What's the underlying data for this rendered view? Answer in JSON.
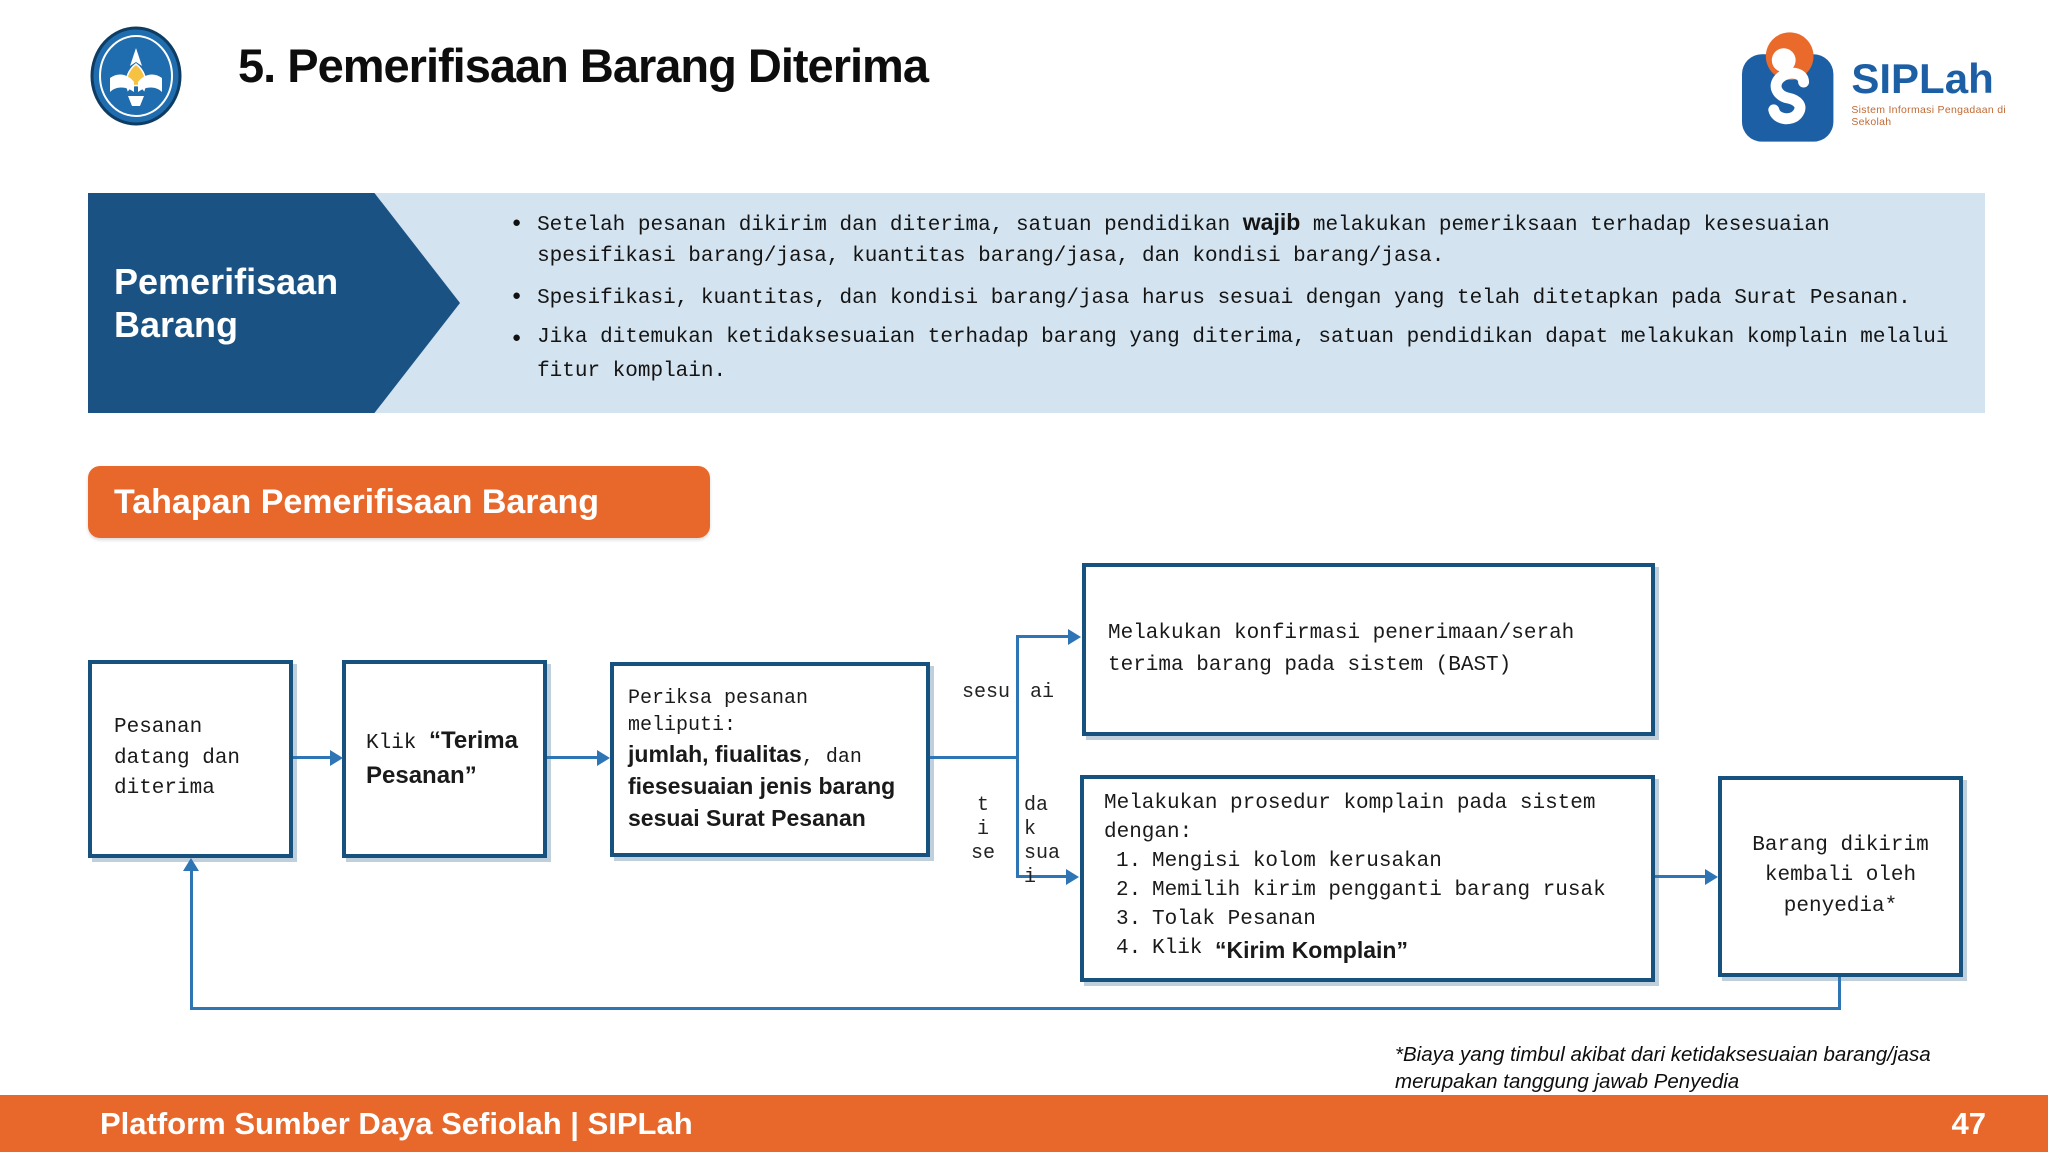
{
  "slide": {
    "title": "5. Pemerifisaan Barang Diterima",
    "page_number": "47"
  },
  "logos": {
    "siplah_name": "SIPLah",
    "siplah_tagline": "Sistem Informasi Pengadaan di Sekolah"
  },
  "info_panel": {
    "label": "Pemerifisaan Barang",
    "bullets": [
      {
        "pre": "Setelah pesanan dikirim dan diterima, satuan pendidikan ",
        "bold": "wajib",
        "post": " melakukan pemeriksaan terhadap kesesuaian spesifikasi barang/jasa, kuantitas barang/jasa, dan kondisi barang/jasa."
      },
      {
        "pre": "Spesifikasi, kuantitas, dan kondisi barang/jasa harus sesuai dengan yang telah ditetapkan pada Surat Pesanan.",
        "bold": "",
        "post": ""
      },
      {
        "pre": "Jika ditemukan ketidaksesuaian terhadap barang yang diterima, satuan pendidikan dapat melakukan komplain melalui fitur komplain.",
        "bold": "",
        "post": ""
      }
    ]
  },
  "section_header": "Tahapan Pemerifisaan Barang",
  "flowchart": {
    "box_order_received": "Pesanan datang dan diterima",
    "box_click_accept": {
      "pre": "Klik ",
      "bold": "“Terima Pesanan”"
    },
    "box_check": {
      "line1": "Periksa pesanan meliputi:",
      "bold1": "jumlah, fiualitas",
      "mid": ", dan ",
      "bold2": "fiesesuaian jenis barang sesuai Surat Pesanan"
    },
    "label_match": {
      "left": "sesu",
      "right": "ai"
    },
    "label_mismatch": {
      "left": [
        "t",
        "i",
        "se"
      ],
      "right": [
        "da",
        "k",
        "sua",
        "i"
      ]
    },
    "box_bast": "Melakukan konfirmasi penerimaan/serah terima barang pada sistem (BAST)",
    "box_complain": {
      "intro": "Melakukan prosedur komplain pada sistem dengan:",
      "items": [
        {
          "num": "1.",
          "text": "Mengisi kolom kerusakan",
          "bold": ""
        },
        {
          "num": "2.",
          "text": "Memilih kirim pengganti barang rusak",
          "bold": ""
        },
        {
          "num": "3.",
          "text": "Tolak Pesanan",
          "bold": ""
        },
        {
          "num": "4.",
          "text": "Klik ",
          "bold": "“Kirim Komplain”"
        }
      ]
    },
    "box_return": "Barang dikirim kembali oleh penyedia*"
  },
  "footnote": "*Biaya yang timbul akibat dari ketidaksesuaian barang/jasa merupakan tanggung jawab Penyedia",
  "footer": {
    "label": "Platform Sumber Daya Sefiolah | SIPLah"
  },
  "colors": {
    "navy": "#1a5383",
    "box_border": "#17527e",
    "connector_blue": "#2e75b6",
    "panel_light_blue": "#d3e3f0",
    "orange": "#e8672b",
    "siplah_blue": "#1d5fa5",
    "siplah_orange": "#e96a2b"
  }
}
